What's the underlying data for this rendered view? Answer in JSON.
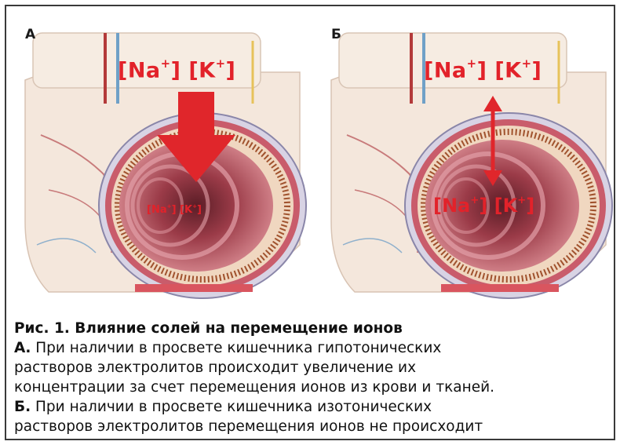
{
  "panels": [
    {
      "letter": "А",
      "top_label": {
        "na": "[Na",
        "sup1": "+",
        "mid": "] [K",
        "sup2": "+",
        "end": "]"
      },
      "inner_label": {
        "na": "[Na",
        "sup1": "+",
        "mid": "] [K",
        "sup2": "+",
        "end": "]"
      }
    },
    {
      "letter": "Б",
      "top_label": {
        "na": "[Na",
        "sup1": "+",
        "mid": "] [K",
        "sup2": "+",
        "end": "]"
      },
      "inner_label": {
        "na": "[Na",
        "sup1": "+",
        "mid": "] [K",
        "sup2": "+",
        "end": "]"
      }
    }
  ],
  "caption": {
    "title": "Рис. 1. Влияние солей на перемещение ионов",
    "a_letter": "А.",
    "a_text_1": " При наличии в просвете кишечника гипотонических",
    "a_text_2": "растворов электролитов происходит увеличение их",
    "a_text_3": "концентрации за счет перемещения ионов из крови и тканей.",
    "b_letter": "Б.",
    "b_text_1": " При наличии в просвете кишечника изотонических",
    "b_text_2": "растворов электролитов перемещения ионов не происходит"
  },
  "colors": {
    "label_red": "#e2222a",
    "arrow_red": "#e0262b",
    "tissue": "#f4e7dc",
    "intestine": "#b5535f"
  }
}
